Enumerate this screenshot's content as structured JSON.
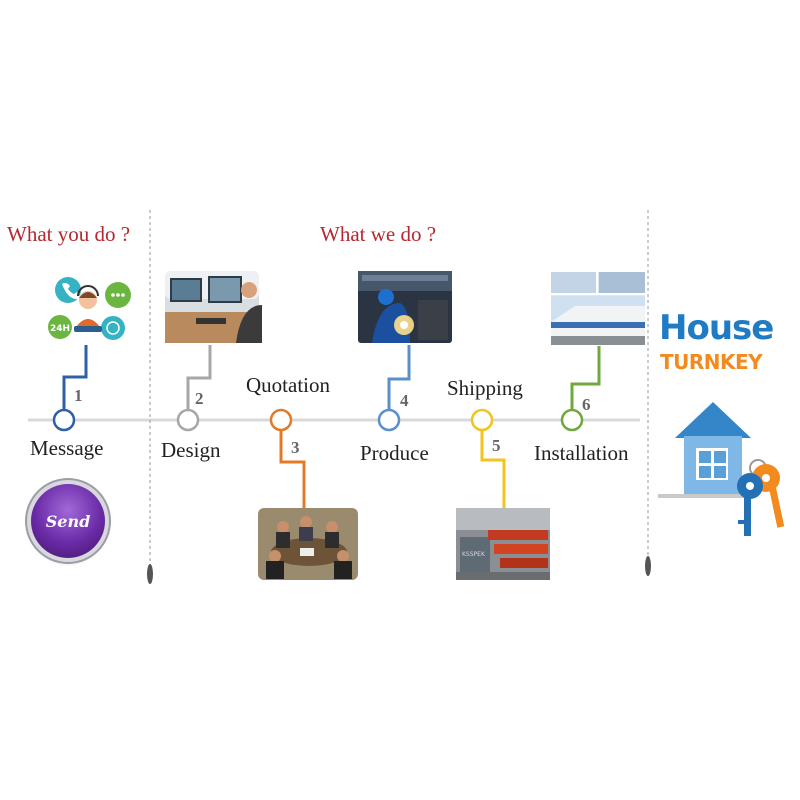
{
  "headings": {
    "what_you_do": "What you do ?",
    "what_we_do": "What we do ?"
  },
  "steps": [
    {
      "number": "1",
      "label": "Message",
      "color": "#2f5fa6"
    },
    {
      "number": "2",
      "label": "Design",
      "color": "#a7a7a7"
    },
    {
      "number": "3",
      "label": "Quotation",
      "color": "#e07b2a"
    },
    {
      "number": "4",
      "label": "Produce",
      "color": "#5b8fcb"
    },
    {
      "number": "5",
      "label": "Shipping",
      "color": "#f2c41c"
    },
    {
      "number": "6",
      "label": "Installation",
      "color": "#6fa83d"
    }
  ],
  "send_button": {
    "label": "Send",
    "color": "#6a2aa6"
  },
  "logo": {
    "word1": "House",
    "word2": "TURNKEY",
    "color_house": "#1f7bc4",
    "color_turnkey": "#f28a1d"
  },
  "icons": {
    "support": "customer-support-icon",
    "house": "house-icon",
    "keys": "keys-icon"
  }
}
